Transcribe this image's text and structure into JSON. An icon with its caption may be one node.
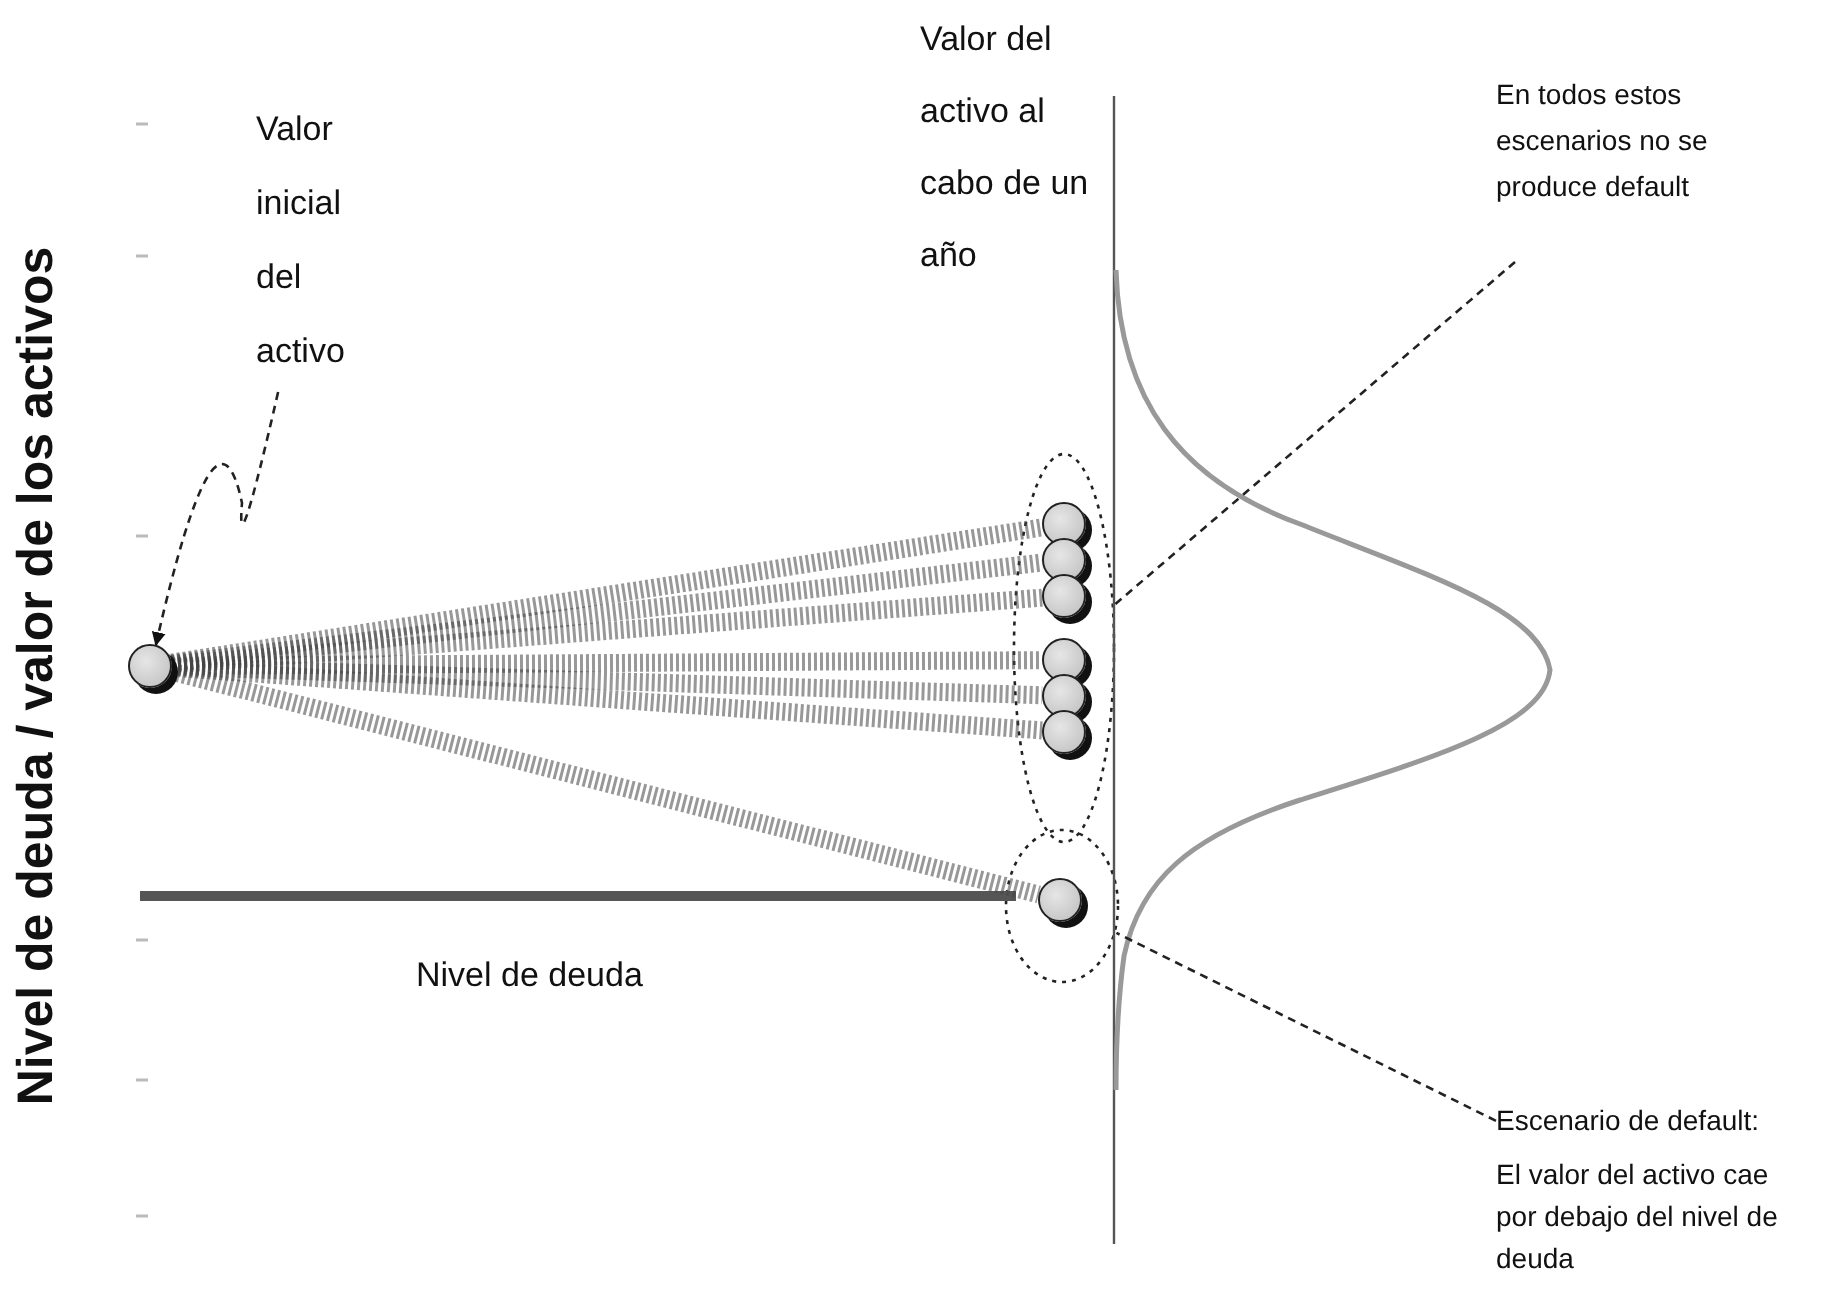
{
  "diagram": {
    "nodes": [
      {
        "text": [
          "Valor inicial del activo"
        ]
      },
      {
        "text": [],
        "shape": "circle"
      },
      {
        "text": [
          "Valor del activo al cabo de un año"
        ]
      },
      {
        "text": [],
        "shape": "ellipse"
      },
      {
        "text": [],
        "shape": "circle",
        "in": 3
      },
      {
        "text": [],
        "shape": "circle",
        "in": 3
      },
      {
        "text": [],
        "shape": "circle",
        "in": 3
      },
      {
        "text": [],
        "shape": "circle",
        "in": 3
      },
      {
        "text": [],
        "shape": "circle",
        "in": 3
      },
      {
        "text": [],
        "shape": "circle",
        "in": 3
      },
      {
        "text": [],
        "shape": "ellipse"
      },
      {
        "text": [],
        "shape": "circle",
        "in": 10
      },
      {
        "text": [
          "En todos estos escenarios no se produce default"
        ]
      },
      {
        "text": [
          "Escenario de default:",
          "El valor del activo cae por debajo del nivel de deuda"
        ]
      }
    ],
    "edges": [
      {
        "from": 0,
        "to": 1,
        "arrow": "to",
        "style": "dashed"
      },
      {
        "from": 1,
        "to": 4,
        "arrow": "none"
      },
      {
        "from": 1,
        "to": 5,
        "arrow": "none"
      },
      {
        "from": 1,
        "to": 6,
        "arrow": "none"
      },
      {
        "from": 1,
        "to": 7,
        "arrow": "none"
      },
      {
        "from": 1,
        "to": 8,
        "arrow": "none"
      },
      {
        "from": 1,
        "to": 9,
        "arrow": "none"
      },
      {
        "from": 1,
        "to": 11,
        "arrow": "none"
      },
      {
        "from": 12,
        "to": 3,
        "arrow": "none",
        "style": "dashed"
      },
      {
        "from": 13,
        "to": 10,
        "arrow": "none",
        "style": "dashed"
      }
    ],
    "labels": [
      "Nivel de deuda / valor de los activos",
      "Nivel de deuda"
    ]
  }
}
